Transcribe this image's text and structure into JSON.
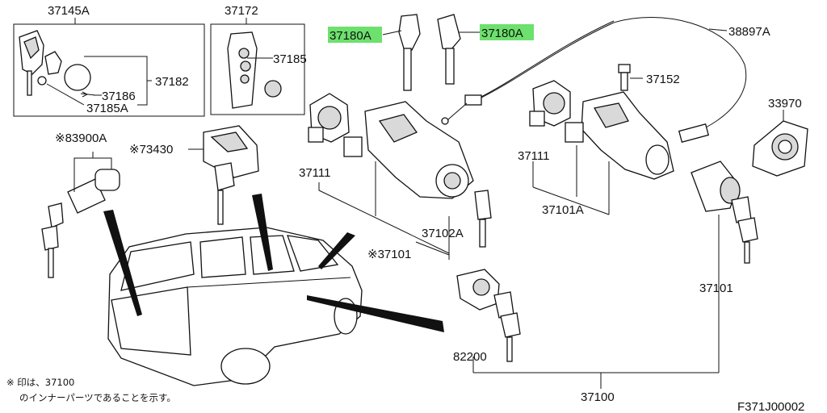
{
  "diagram_code": "F371J00002",
  "note": {
    "line1": "※ 印は、37100",
    "line2": "のインナーパーツであることを示す。"
  },
  "highlight_color": "#6de06d",
  "labels": {
    "p37145A": "37145A",
    "p37172": "37172",
    "p37182": "37182",
    "p37185": "37185",
    "p37186": "37186",
    "p37185A": "37185A",
    "p37180A_left": "37180A",
    "p37180A_right": "37180A",
    "p38897A": "38897A",
    "p37152": "37152",
    "p33970": "33970",
    "p83900A": "※83900A",
    "p73430": "※73430",
    "p37111_left": "37111",
    "p37111_right": "37111",
    "p37102A": "37102A",
    "p37101_star": "※37101",
    "p37101A": "37101A",
    "p37101_right": "37101",
    "p82200": "82200",
    "p37100": "37100"
  }
}
